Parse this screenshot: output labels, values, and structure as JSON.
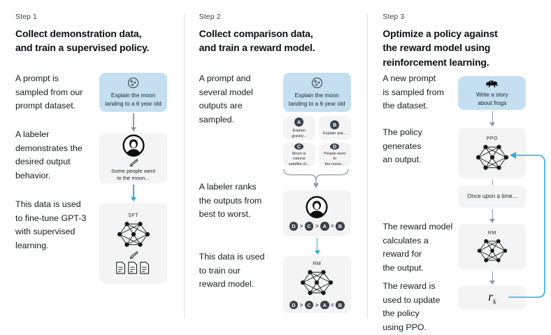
{
  "palette": {
    "prompt_blue": "#c3dff0",
    "box_gray": "#f4f4f4",
    "arrow_gray": "#9299a3",
    "arrow_blue": "#29ade4",
    "badge_dark": "#39414b",
    "divider": "#d9dde1",
    "text": "#16191c"
  },
  "columns": [
    {
      "step_label": "Step 1",
      "title": "Collect demonstration data,\nand train a supervised policy.",
      "paragraphs": [
        "A prompt is\nsampled from our\nprompt dataset.",
        "A labeler\ndemonstrates the\ndesired output\nbehavior.",
        "This data is used\nto fine-tune GPT-3\nwith supervised\nlearning."
      ],
      "nodes": {
        "prompt_text": "Explain the moon\nlanding to a 6 year old",
        "prompt_icon": "moon-icon",
        "labeler_icon": "labeler-avatar-icon",
        "labeler_pencil": "pencil-icon",
        "labeler_output": "Some people went\nto the moon...",
        "model_label": "SFT",
        "model_icon": "neural-network-icon",
        "model_pencil": "pencil-icon",
        "documents_icon": "documents-icon"
      }
    },
    {
      "step_label": "Step 2",
      "title": "Collect comparison data,\nand train a reward model.",
      "paragraphs": [
        "A prompt and\nseveral model\noutputs are\nsampled.",
        "A labeler ranks\nthe outputs from\nbest to worst.",
        "This data is used\nto train our\nreward model."
      ],
      "nodes": {
        "prompt_text": "Explain the moon\nlanding to a 6 year old",
        "prompt_icon": "moon-icon",
        "options": [
          {
            "badge": "A",
            "text": "Explain gravity..."
          },
          {
            "badge": "B",
            "text": "Explain war..."
          },
          {
            "badge": "C",
            "text": "Moon is natural\nsatellite of..."
          },
          {
            "badge": "D",
            "text": "People went to\nthe moon..."
          }
        ],
        "labeler_icon": "labeler-avatar-icon",
        "ranking": [
          "D",
          ">",
          "C",
          ">",
          "A",
          "=",
          "B"
        ],
        "model_label": "RM",
        "model_icon": "neural-network-icon"
      }
    },
    {
      "step_label": "Step 3",
      "title": "Optimize a policy against\nthe reward model using\nreinforcement learning.",
      "paragraphs": [
        "A new prompt\nis sampled from\nthe dataset.",
        "The policy\ngenerates\nan output.",
        "The reward model\ncalculates a\nreward for\nthe output.",
        "The reward is\nused to update\nthe policy\nusing PPO."
      ],
      "nodes": {
        "prompt_text": "Write a story\nabout frogs",
        "prompt_icon": "frog-icon",
        "policy_label": "PPO",
        "policy_icon": "neural-network-icon",
        "output_text": "Once upon a time...",
        "reward_label": "RM",
        "reward_icon": "neural-network-icon",
        "reward_value": "r",
        "reward_subscript": "k"
      }
    }
  ]
}
